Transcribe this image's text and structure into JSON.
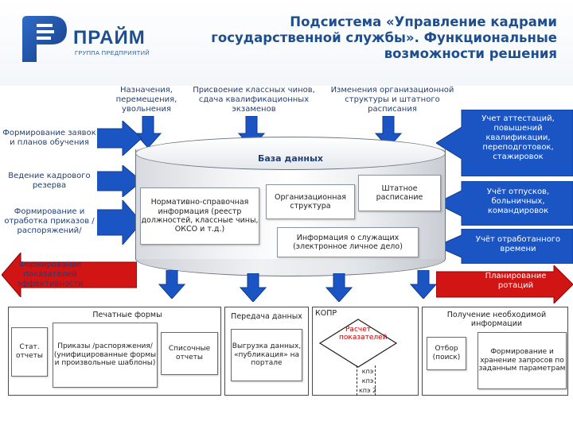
{
  "logo": {
    "name": "ПРАЙМ",
    "subtitle": "ГРУППА ПРЕДПРИЯТИЙ"
  },
  "title": "Подсистема «Управление кадрами государственной службы». Функциональные возможности решения",
  "top_functions": [
    "Назначения, перемещения, увольнения",
    "Присвоение классных чинов, сдача квалификационных экзаменов",
    "Изменения организационной структуры и штатного расписания"
  ],
  "left_functions": [
    "Формирование заявок и планов обучения",
    "Ведение кадрового резерва",
    "Формирование и отработка приказов /распоряжений/",
    "Формирование показателей эффективности"
  ],
  "right_functions": [
    "Учет аттестаций, повышений квалификации, переподготовок, стажировок",
    "Учёт отпусков, больничных, командировок",
    "Учёт отработанного времени",
    "Планирование ротаций"
  ],
  "database": {
    "title": "База данных",
    "reference": "Нормативно-справочная информация (реестр должностей, классные чины, ОКСО и т.д.)",
    "org_structure": "Организационная структура",
    "staffing": "Штатное расписание",
    "employees": "Информация о служащих (электронное личное дело)"
  },
  "outputs": {
    "print_forms": {
      "title": "Печатные формы",
      "stat": "Стат. отчеты",
      "orders": "Приказы /распоряжения/ (унифицированные формы и произвольные шаблоны)",
      "lists": "Списочные отчеты"
    },
    "data_transfer": {
      "title": "Передача данных",
      "upload": "Выгрузка данных, «публикация» на портале"
    },
    "kopr": {
      "title": "КОПР",
      "calc": "Расчет показателей",
      "indicators": [
        "кпэ",
        "кпэ",
        "кпэ 2"
      ]
    },
    "info_retrieval": {
      "title": "Получение необходимой информации",
      "select": "Отбор (поиск)",
      "storage": "Формирование и хранение запросов по заданным параметрам"
    }
  },
  "colors": {
    "blue": "#1b55c4",
    "red": "#d11414",
    "title": "#1f4e8c"
  }
}
